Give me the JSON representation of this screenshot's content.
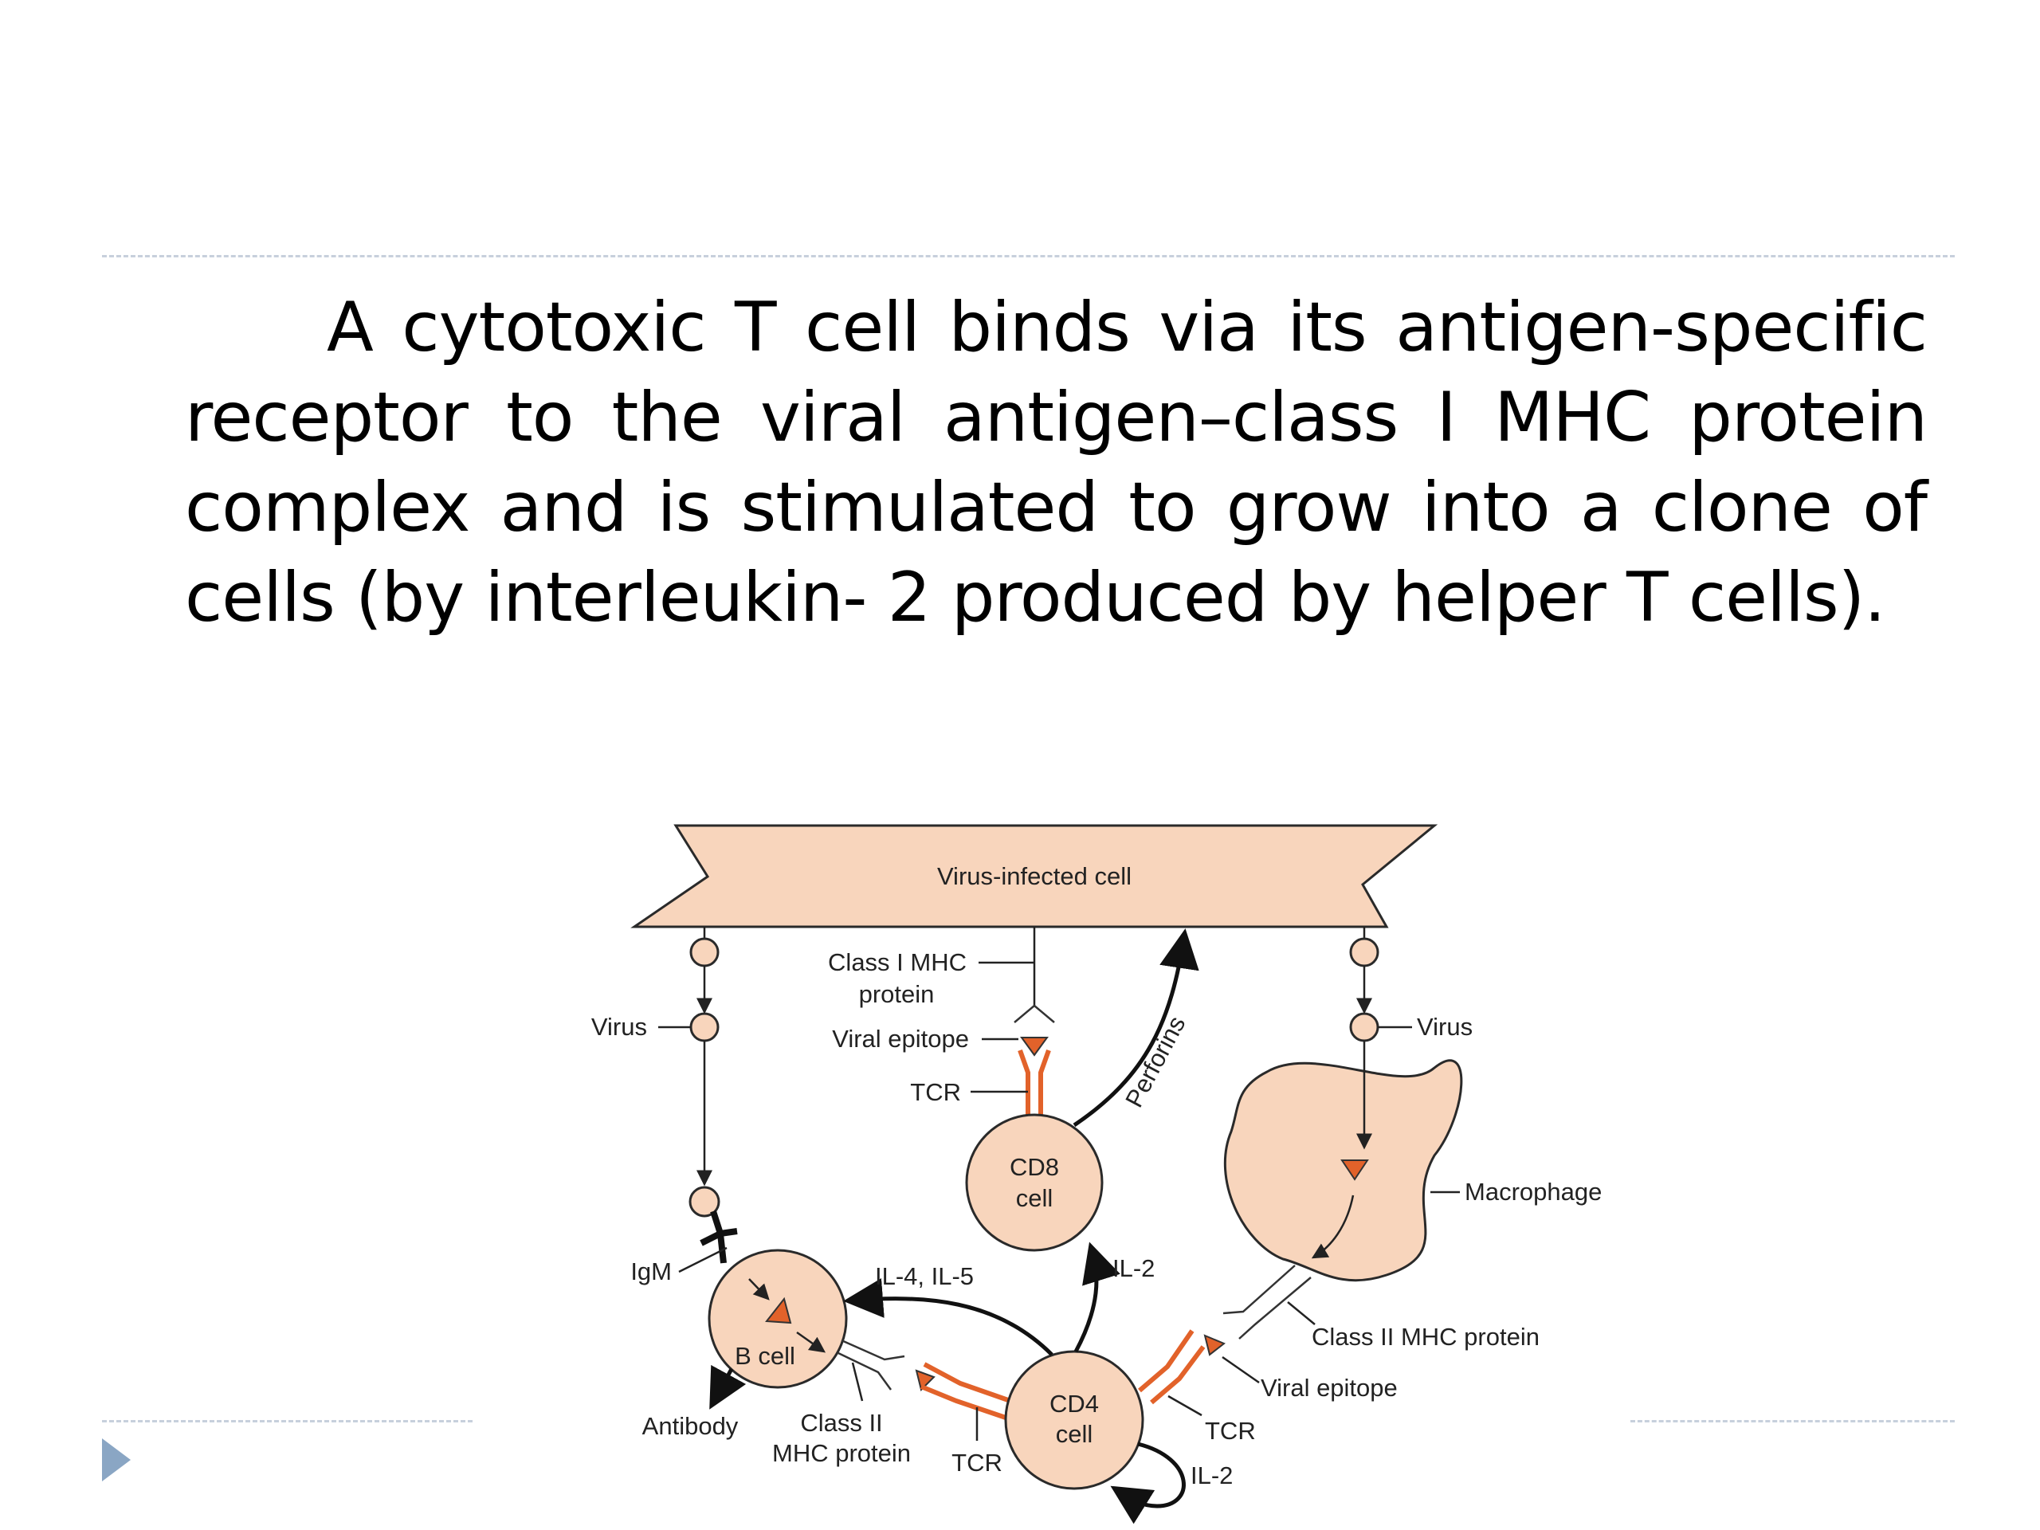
{
  "slide": {
    "body_text": "A cytotoxic T cell binds via its antigen-specific receptor to the viral antigen–class I MHC protein complex and is stimulated to grow into a clone of cells (by interleukin- 2 produced by helper T cells)."
  },
  "figure": {
    "labels": {
      "infected_cell": "Virus-infected cell",
      "class1_line1": "Class I MHC",
      "class1_line2": "protein",
      "viral_epitope_top": "Viral epitope",
      "tcr_cd8": "TCR",
      "perforins": "Perforins",
      "cd8_line1": "CD8",
      "cd8_line2": "cell",
      "virus_left": "Virus",
      "virus_right": "Virus",
      "macrophage": "Macrophage",
      "igm": "IgM",
      "il45": "IL-4, IL-5",
      "il2_top": "IL-2",
      "b_cell": "B cell",
      "class2_right": "Class II MHC protein",
      "viral_epitope_right": "Viral epitope",
      "antibody": "Antibody",
      "class2_left_line1": "Class II",
      "class2_left_line2": "MHC protein",
      "tcr_bottom_left": "TCR",
      "cd4_line1": "CD4",
      "cd4_line2": "cell",
      "tcr_bottom_right": "TCR",
      "il2_bottom": "IL-2"
    }
  }
}
